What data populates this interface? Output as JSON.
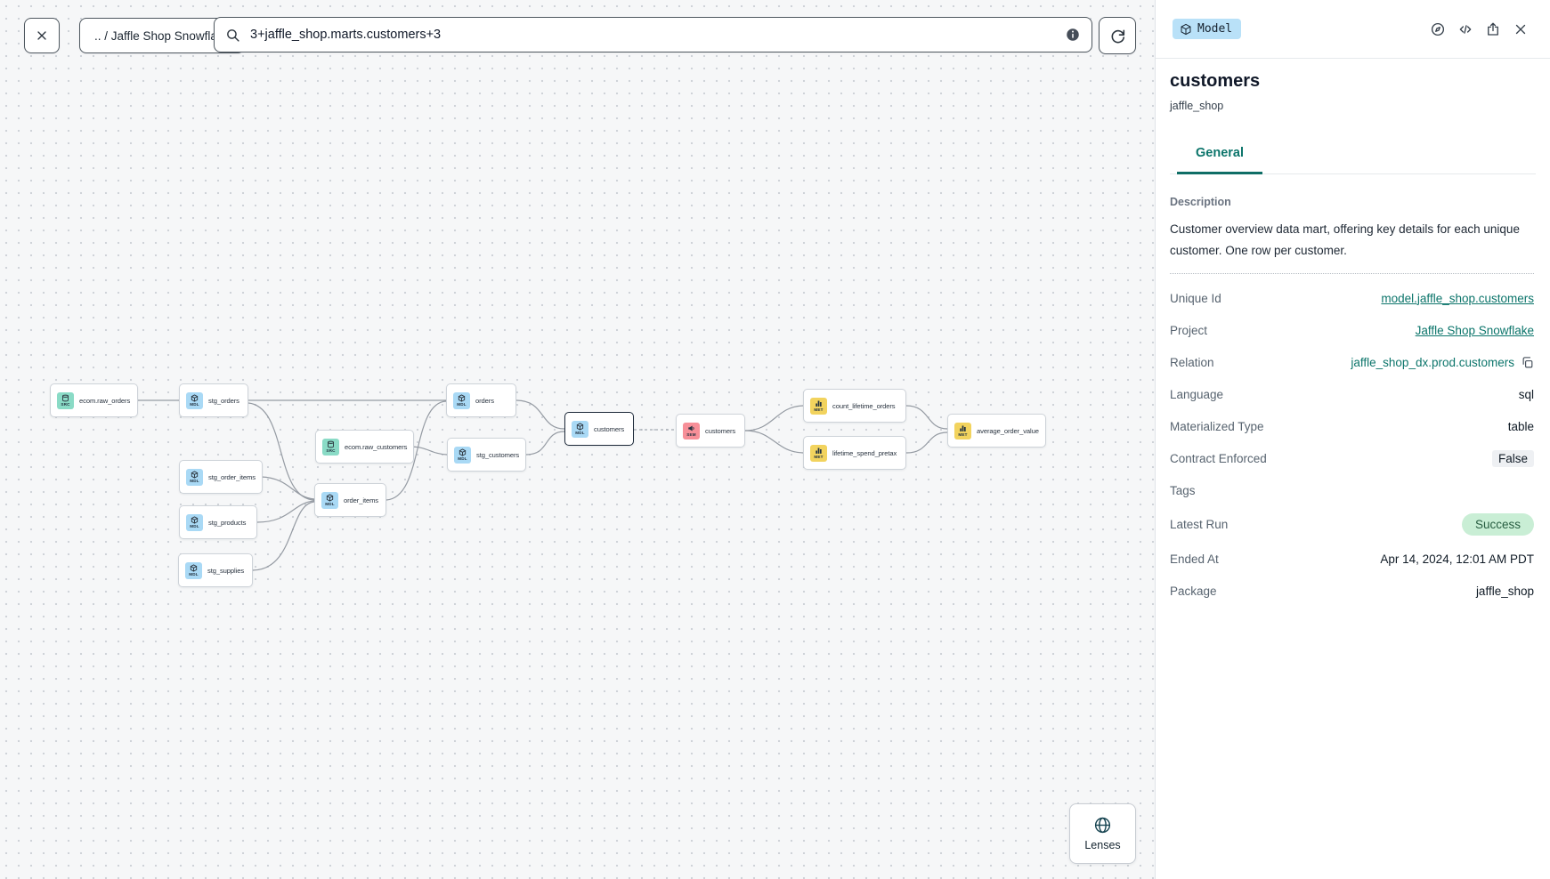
{
  "toolbar": {
    "breadcrumb": ".. / Jaffle Shop Snowflake",
    "search": {
      "value": "3+jaffle_shop.marts.customers+3"
    },
    "icons": {
      "close": "x",
      "search": "magnifier",
      "info": "info-circle",
      "refresh": "refresh-arrow"
    }
  },
  "graph": {
    "nodes": [
      {
        "id": "ecom.raw_orders",
        "label": "ecom.raw_orders",
        "kind": "SRC"
      },
      {
        "id": "stg_orders",
        "label": "stg_orders",
        "kind": "MDL"
      },
      {
        "id": "stg_order_items",
        "label": "stg_order_items",
        "kind": "MDL"
      },
      {
        "id": "stg_products",
        "label": "stg_products",
        "kind": "MDL"
      },
      {
        "id": "stg_supplies",
        "label": "stg_supplies",
        "kind": "MDL"
      },
      {
        "id": "ecom.raw_customers",
        "label": "ecom.raw_customers",
        "kind": "SRC"
      },
      {
        "id": "order_items",
        "label": "order_items",
        "kind": "MDL"
      },
      {
        "id": "orders",
        "label": "orders",
        "kind": "MDL"
      },
      {
        "id": "stg_customers",
        "label": "stg_customers",
        "kind": "MDL"
      },
      {
        "id": "customers",
        "label": "customers",
        "kind": "MDL",
        "selected": true
      },
      {
        "id": "sem.customers",
        "label": "customers",
        "kind": "SEM"
      },
      {
        "id": "count_lifetime_orders",
        "label": "count_lifetime_orders",
        "kind": "MET"
      },
      {
        "id": "lifetime_spend_pretax",
        "label": "lifetime_spend_pretax",
        "kind": "MET"
      },
      {
        "id": "average_order_value",
        "label": "average_order_value",
        "kind": "MET"
      }
    ],
    "edges": [
      [
        "ecom.raw_orders",
        "stg_orders"
      ],
      [
        "stg_orders",
        "orders"
      ],
      [
        "stg_orders",
        "order_items"
      ],
      [
        "stg_order_items",
        "order_items"
      ],
      [
        "stg_products",
        "order_items"
      ],
      [
        "stg_supplies",
        "order_items"
      ],
      [
        "ecom.raw_customers",
        "stg_customers"
      ],
      [
        "order_items",
        "orders"
      ],
      [
        "orders",
        "customers"
      ],
      [
        "stg_customers",
        "customers"
      ],
      [
        "customers",
        "sem.customers"
      ],
      [
        "sem.customers",
        "count_lifetime_orders"
      ],
      [
        "sem.customers",
        "lifetime_spend_pretax"
      ],
      [
        "count_lifetime_orders",
        "average_order_value"
      ],
      [
        "lifetime_spend_pretax",
        "average_order_value"
      ]
    ],
    "kind_colors": {
      "SRC": "#8adbc6",
      "MDL": "#a9d9f5",
      "SEM": "#f78f98",
      "MET": "#f2d35e"
    },
    "lenses_label": "Lenses"
  },
  "panel": {
    "type_badge": "Model",
    "title": "customers",
    "subtitle": "jaffle_shop",
    "tab": "General",
    "description_label": "Description",
    "description": "Customer overview data mart, offering key details for each unique customer. One row per customer.",
    "fields": {
      "unique_id": {
        "label": "Unique Id",
        "value": "model.jaffle_shop.customers"
      },
      "project": {
        "label": "Project",
        "value": "Jaffle Shop Snowflake"
      },
      "relation": {
        "label": "Relation",
        "value": "jaffle_shop_dx.prod.customers"
      },
      "language": {
        "label": "Language",
        "value": "sql"
      },
      "materialized_type": {
        "label": "Materialized Type",
        "value": "table"
      },
      "contract_enforced": {
        "label": "Contract Enforced",
        "value": "False"
      },
      "tags": {
        "label": "Tags",
        "value": ""
      },
      "latest_run": {
        "label": "Latest Run",
        "value": "Success"
      },
      "ended_at": {
        "label": "Ended At",
        "value": "Apr 14, 2024, 12:01 AM PDT"
      },
      "package": {
        "label": "Package",
        "value": "jaffle_shop"
      }
    },
    "icons": {
      "explore": "compass",
      "code": "code-brackets",
      "share": "share-box",
      "close": "x",
      "copy": "copy"
    }
  },
  "colors": {
    "accent_teal": "#0c756b",
    "success_bg": "#c9eed5",
    "success_text": "#275d41",
    "badge_neutral_bg": "#eef0f3",
    "model_badge_bg": "#b9e1f8",
    "canvas_bg": "#f6f7f8"
  }
}
